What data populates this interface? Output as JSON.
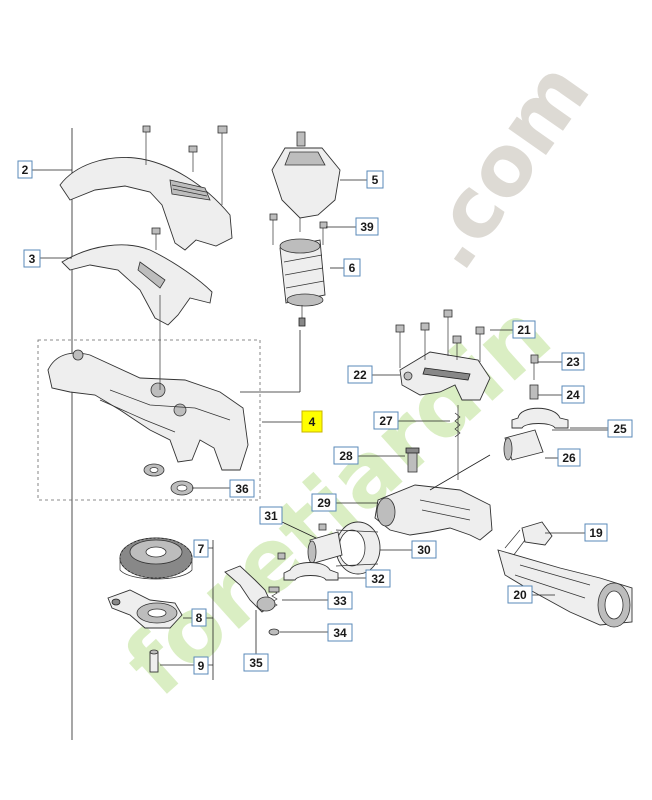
{
  "watermark": {
    "brand": "foretjardin",
    "suffix": ".com",
    "brand_color": "#d4ebb8",
    "suffix_color": "#d9d6cf"
  },
  "callouts": {
    "c2": "2",
    "c3": "3",
    "c4": "4",
    "c5": "5",
    "c6": "6",
    "c7": "7",
    "c8": "8",
    "c9": "9",
    "c19": "19",
    "c20": "20",
    "c21": "21",
    "c22": "22",
    "c23": "23",
    "c24": "24",
    "c25": "25",
    "c26": "26",
    "c27": "27",
    "c28": "28",
    "c29": "29",
    "c30": "30",
    "c31": "31",
    "c32": "32",
    "c33": "33",
    "c34": "34",
    "c35": "35",
    "c36": "36",
    "c39": "39"
  },
  "colors": {
    "highlight": "#ffff00",
    "box_border": "#5a8ab8",
    "line": "#222222"
  }
}
